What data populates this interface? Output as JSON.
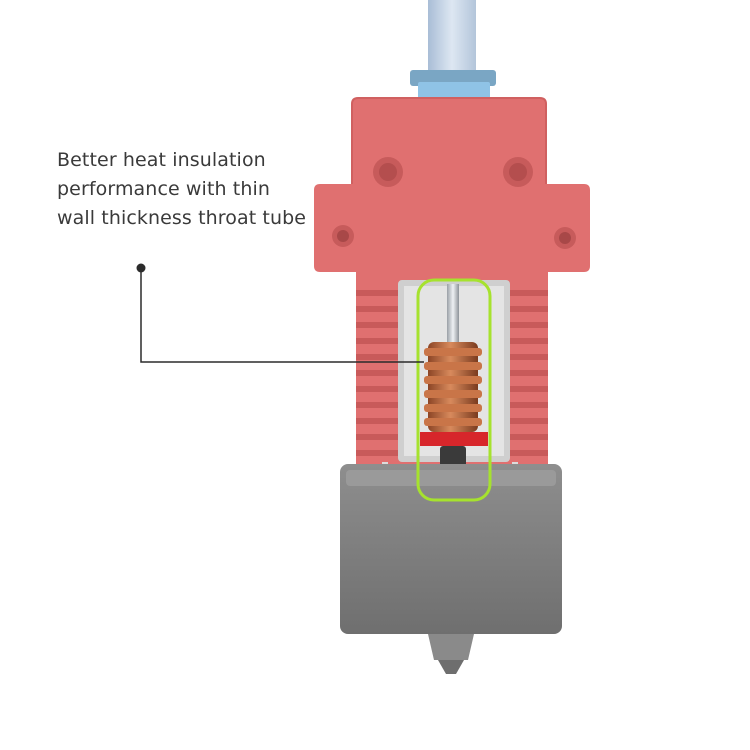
{
  "callout": {
    "lines": [
      "Better heat insulation",
      "performance with thin",
      "wall thickness throat tube"
    ]
  },
  "colors": {
    "background": "#ffffff",
    "heatsink": "#e07070",
    "heatsink_shadow": "#c85a5a",
    "heater_block": "#8a8a8a",
    "throat_tube": "#c0c4c8",
    "heatbreak_coil": "#b5633a",
    "highlight": "#a6e22e",
    "leader_line": "#2b2b2b",
    "filament_tube": "#c6d6e8",
    "coupler": "#8fc3e6"
  },
  "icons": [
    "leader-dot-icon"
  ]
}
